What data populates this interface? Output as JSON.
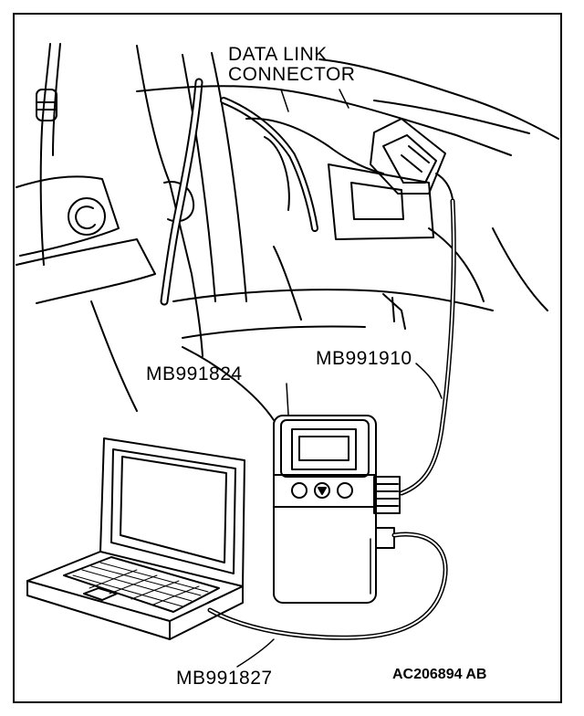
{
  "labels": {
    "data_link_connector_line1": "DATA LINK",
    "data_link_connector_line2": "CONNECTOR",
    "mb991910": "MB991910",
    "mb991824": "MB991824",
    "mb991827": "MB991827",
    "figure_code": "AC206894 AB"
  },
  "colors": {
    "line": "#000000",
    "background": "#ffffff"
  }
}
